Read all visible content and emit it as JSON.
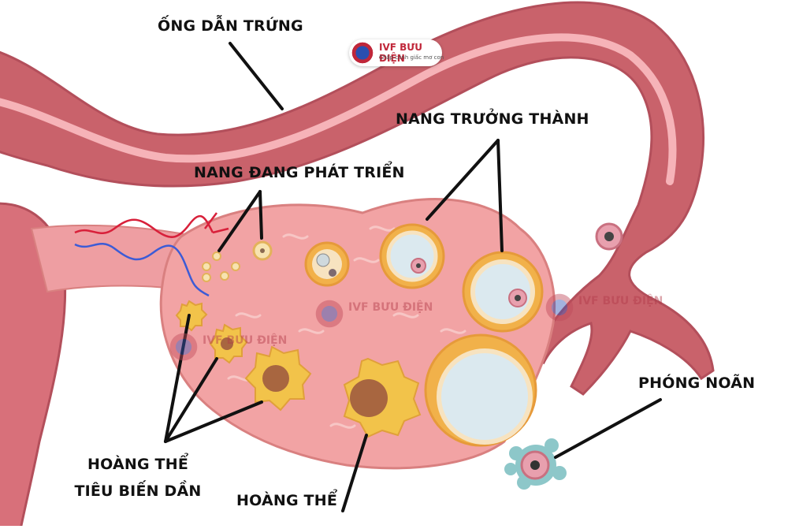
{
  "labels": {
    "fallopian_tube": "ỐNG DẪN TRỨNG",
    "developing_follicle": "NANG ĐANG PHÁT TRIỂN",
    "mature_follicle": "NANG TRƯỞNG THÀNH",
    "ovulation": "PHÓNG NOÃN",
    "corpus_albicans_line1": "HOÀNG THỂ",
    "corpus_albicans_line2": "TIÊU BIẾN DẦN",
    "corpus_luteum": "HOÀNG THỂ"
  },
  "logo": {
    "brand": "IVF BƯU ĐIỆN",
    "tagline": "Chắp cánh giấc mơ con"
  },
  "watermark": {
    "brand": "IVF BƯU ĐIỆN"
  },
  "colors": {
    "tube": "#c9626b",
    "tube_lining": "#f6b3b8",
    "ovary": "#f2a3a4",
    "ovary_outline": "#d98080",
    "follicle_ring": "#f1b14a",
    "follicle_fluid": "#dbe9ef",
    "corpus_luteum": "#f2c34a",
    "corpus_core": "#a86640",
    "vein": "#3c5bd6",
    "artery": "#d8203a",
    "egg": "#e8a0ae",
    "cumulus": "#8dc7c9"
  }
}
